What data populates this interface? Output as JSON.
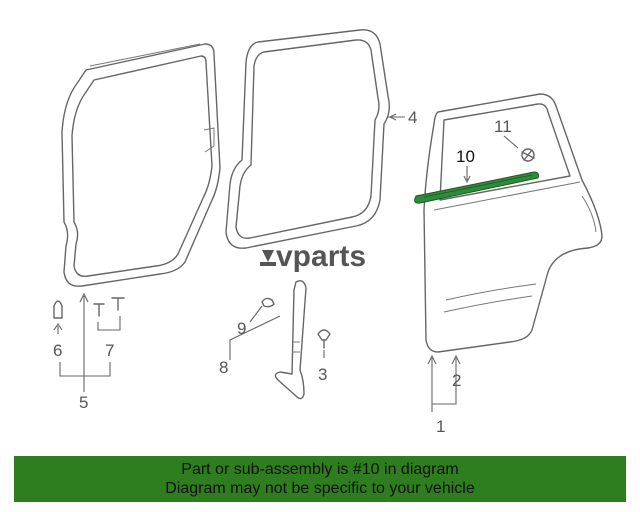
{
  "callouts": {
    "c1": "1",
    "c2": "2",
    "c3": "3",
    "c4": "4",
    "c5": "5",
    "c6": "6",
    "c7": "7",
    "c8": "8",
    "c9": "9",
    "c10": "10",
    "c11": "11"
  },
  "highlighted_part": "10",
  "logo": {
    "text": "vparts"
  },
  "banner": {
    "line1": "Part or sub-assembly is #10 in diagram",
    "line2": "Diagram may not be specific to your vehicle"
  },
  "colors": {
    "banner_background": "#2e7d1f",
    "highlight_part": "#2e8b3a",
    "line_art": "#666666"
  }
}
